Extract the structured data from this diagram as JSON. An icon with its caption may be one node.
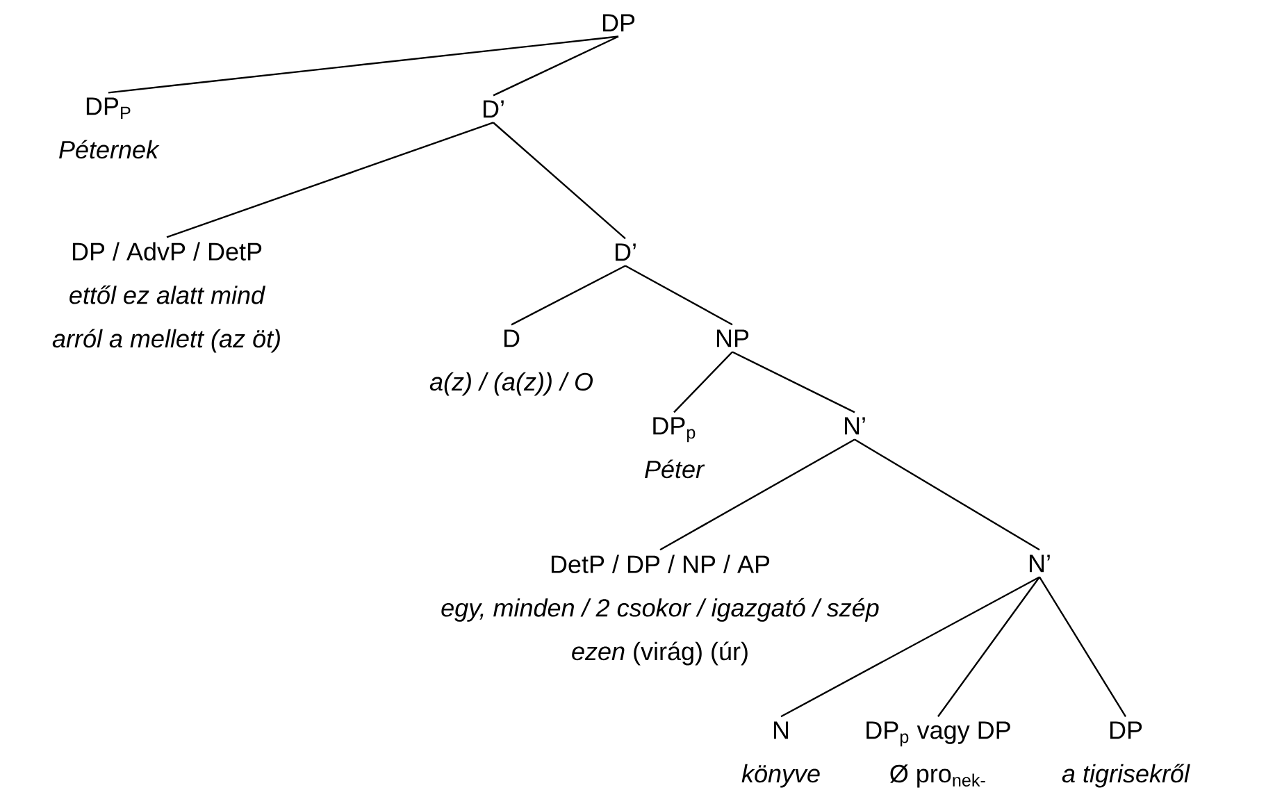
{
  "diagram": {
    "nodes": [
      {
        "text": [
          "DP"
        ]
      },
      {
        "text": [
          "DP$_{P}$",
          "Péternek"
        ]
      },
      {
        "text": [
          "D’"
        ]
      },
      {
        "text": [
          "DP / AdvP / DetP",
          "ettől ez alatt mind",
          "arról a mellett (az öt)"
        ]
      },
      {
        "text": [
          "D’"
        ]
      },
      {
        "text": [
          "D",
          "a(z) / (a(z)) / O"
        ]
      },
      {
        "text": [
          "NP"
        ]
      },
      {
        "text": [
          "DP$_{p}$",
          "Péter"
        ]
      },
      {
        "text": [
          "N’"
        ]
      },
      {
        "text": [
          "DetP / DP / NP / AP",
          "egy, minden / 2 csokor / igazgató / szép",
          "*ezen* (virág) (úr)"
        ]
      },
      {
        "text": [
          "N’"
        ]
      },
      {
        "text": [
          "N",
          "könyve"
        ]
      },
      {
        "text": [
          "DP$_{p}$ vagy DP",
          "Ø pro$_{nek-}$"
        ]
      },
      {
        "text": [
          "DP",
          "a tigrisekről"
        ]
      }
    ],
    "edges": [
      {
        "from": 0,
        "to": 1,
        "arrow": "none"
      },
      {
        "from": 0,
        "to": 2,
        "arrow": "none"
      },
      {
        "from": 2,
        "to": 3,
        "arrow": "none"
      },
      {
        "from": 2,
        "to": 4,
        "arrow": "none"
      },
      {
        "from": 4,
        "to": 5,
        "arrow": "none"
      },
      {
        "from": 4,
        "to": 6,
        "arrow": "none"
      },
      {
        "from": 6,
        "to": 7,
        "arrow": "none"
      },
      {
        "from": 6,
        "to": 8,
        "arrow": "none"
      },
      {
        "from": 8,
        "to": 9,
        "arrow": "none"
      },
      {
        "from": 8,
        "to": 10,
        "arrow": "none"
      },
      {
        "from": 10,
        "to": 11,
        "arrow": "none"
      },
      {
        "from": 10,
        "to": 12,
        "arrow": "none"
      },
      {
        "from": 10,
        "to": 13,
        "arrow": "none"
      }
    ]
  }
}
